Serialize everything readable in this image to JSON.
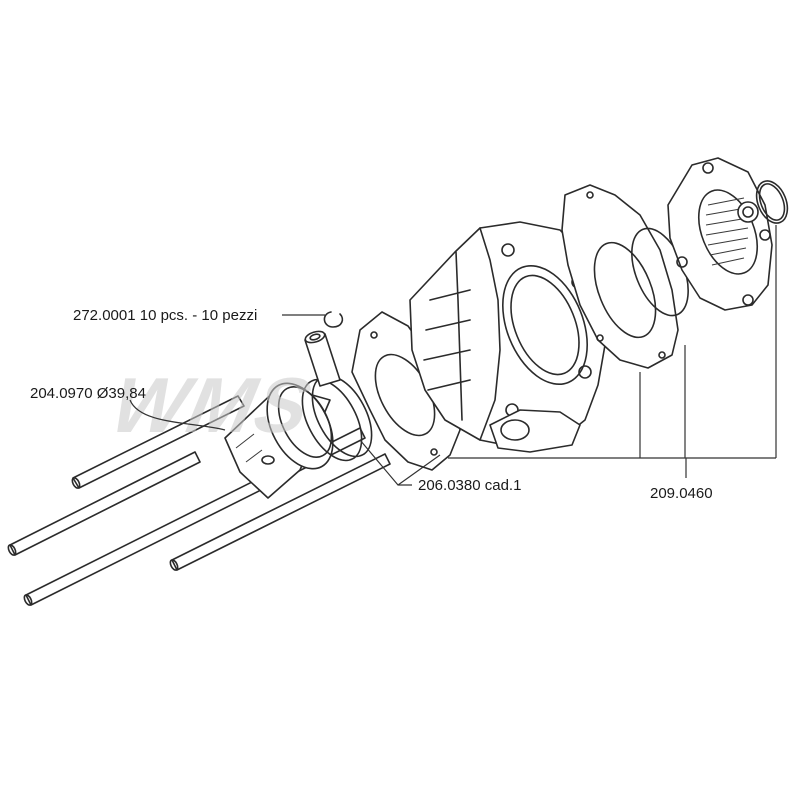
{
  "labels": {
    "piston_pin_clip": "272.0001  10 pcs. - 10 pezzi",
    "piston": "204.0970 Ø39,84",
    "base_gasket": "206.0380 cad.1",
    "head_gasket": "209.0460"
  },
  "watermark": "WMS",
  "colors": {
    "line": "#2b2b2b",
    "watermark": "#c9c9c9",
    "background": "#ffffff"
  }
}
